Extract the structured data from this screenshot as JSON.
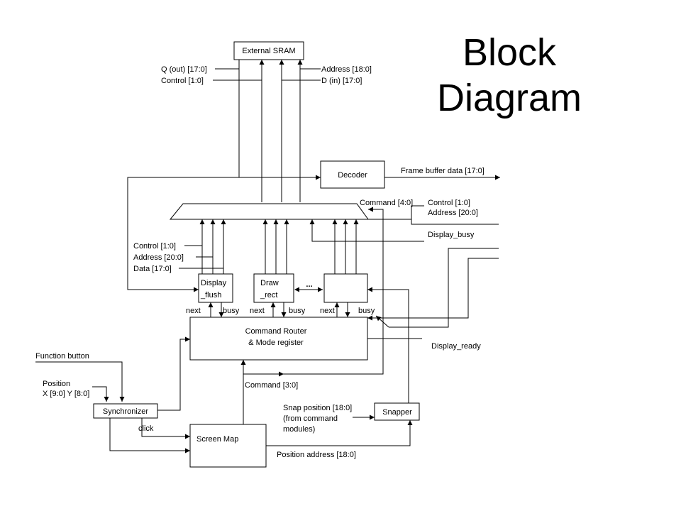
{
  "title": {
    "line1": "Block",
    "line2": "Diagram"
  },
  "blocks": {
    "external_sram": "External SRAM",
    "decoder": "Decoder",
    "display_flush": {
      "line1": "Display",
      "line2": "_flush"
    },
    "draw_rect": {
      "line1": "Draw",
      "line2": "_rect"
    },
    "ellipsis": "...",
    "command_router": {
      "line1": "Command Router",
      "line2": "& Mode register"
    },
    "synchronizer": "Synchronizer",
    "screen_map": "Screen Map",
    "snapper": "Snapper"
  },
  "signals": {
    "sram_q_out": "Q (out) [17:0]",
    "sram_control": "Control [1:0]",
    "sram_address": "Address [18:0]",
    "sram_d_in": "D (in) [17:0]",
    "frame_buffer_data": "Frame buffer data [17:0]",
    "command_4_0": "Command [4:0]",
    "out_control": "Control [1:0]",
    "out_address": "Address [20:0]",
    "display_busy": "Display_busy",
    "mod_control": "Control [1:0]",
    "mod_address": "Address [20:0]",
    "mod_data": "Data [17:0]",
    "next": "next",
    "busy": "busy",
    "display_ready": "Display_ready",
    "function_button": "Function button",
    "position_line1": "Position",
    "position_line2": "X [9:0] Y [8:0]",
    "command_3_0": "Command [3:0]",
    "click": "click",
    "snap_line1": "Snap position [18:0]",
    "snap_line2": "(from command",
    "snap_line3": "modules)",
    "position_address": "Position address [18:0]"
  }
}
